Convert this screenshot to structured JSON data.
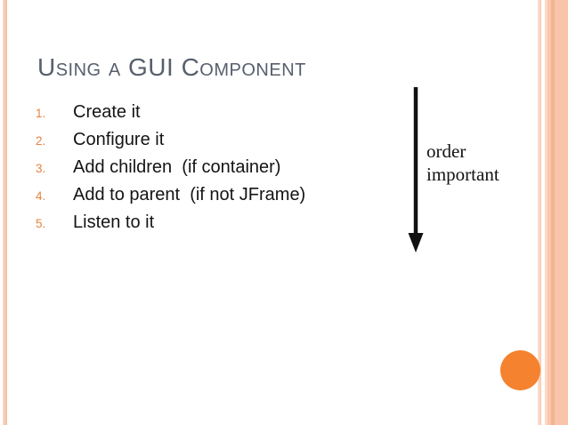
{
  "slide": {
    "title": "Using a GUI Component",
    "list": {
      "items": [
        {
          "number": "1.",
          "text": "Create it"
        },
        {
          "number": "2.",
          "text": "Configure it"
        },
        {
          "number": "3.",
          "text": "Add children  (if container)"
        },
        {
          "number": "4.",
          "text": "Add to parent  (if not JFrame)"
        },
        {
          "number": "5.",
          "text": "Listen to it"
        }
      ]
    },
    "annotation": {
      "lines": [
        "order",
        "important"
      ]
    },
    "icons": {
      "down_arrow": "down-arrow-icon"
    },
    "colors": {
      "title_text": "#575f6d",
      "list_number": "#e8813e",
      "body_text": "#141414",
      "arrow": "#111111",
      "circle": "#f5822e",
      "stripe_light": "#fbd8c6",
      "stripe_medium": "#f9c7ae",
      "stripe_dark": "#f3b492",
      "background": "#ffffff"
    }
  }
}
